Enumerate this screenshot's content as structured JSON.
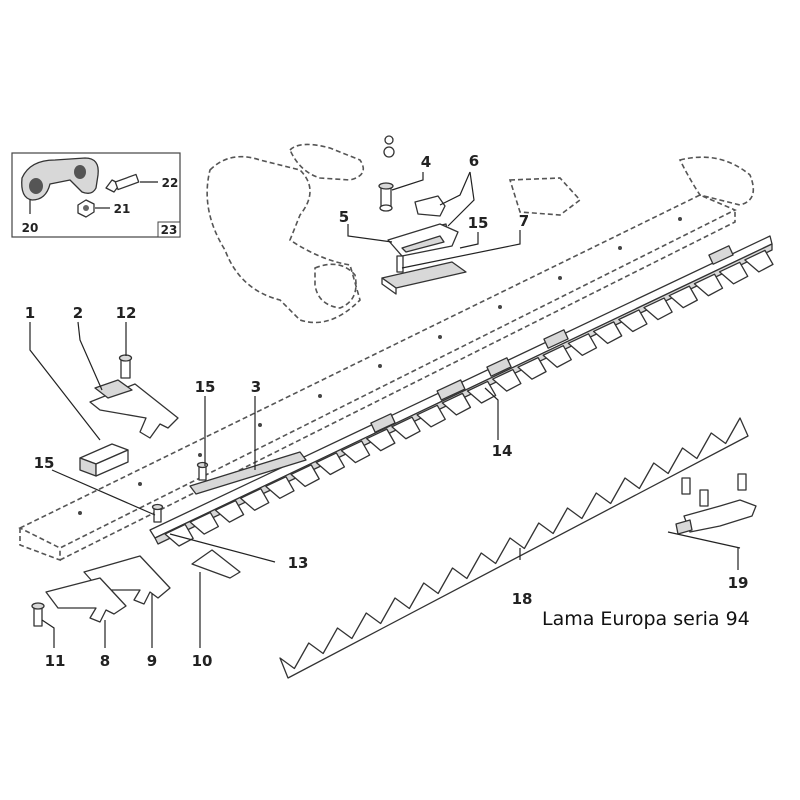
{
  "caption": "Lama Europa seria 94",
  "inset_index": "23",
  "parts": [
    {
      "id": "p1",
      "label": "1"
    },
    {
      "id": "p2",
      "label": "2"
    },
    {
      "id": "p3",
      "label": "3"
    },
    {
      "id": "p4",
      "label": "4"
    },
    {
      "id": "p5",
      "label": "5"
    },
    {
      "id": "p6",
      "label": "6"
    },
    {
      "id": "p7",
      "label": "7"
    },
    {
      "id": "p8",
      "label": "8"
    },
    {
      "id": "p9",
      "label": "9"
    },
    {
      "id": "p10",
      "label": "10"
    },
    {
      "id": "p11",
      "label": "11"
    },
    {
      "id": "p12",
      "label": "12"
    },
    {
      "id": "p13",
      "label": "13"
    },
    {
      "id": "p14",
      "label": "14"
    },
    {
      "id": "p15a",
      "label": "15"
    },
    {
      "id": "p15b",
      "label": "15"
    },
    {
      "id": "p15c",
      "label": "15"
    },
    {
      "id": "p18",
      "label": "18"
    },
    {
      "id": "p19",
      "label": "19"
    },
    {
      "id": "p20",
      "label": "20"
    },
    {
      "id": "p21",
      "label": "21"
    },
    {
      "id": "p22",
      "label": "22"
    }
  ]
}
